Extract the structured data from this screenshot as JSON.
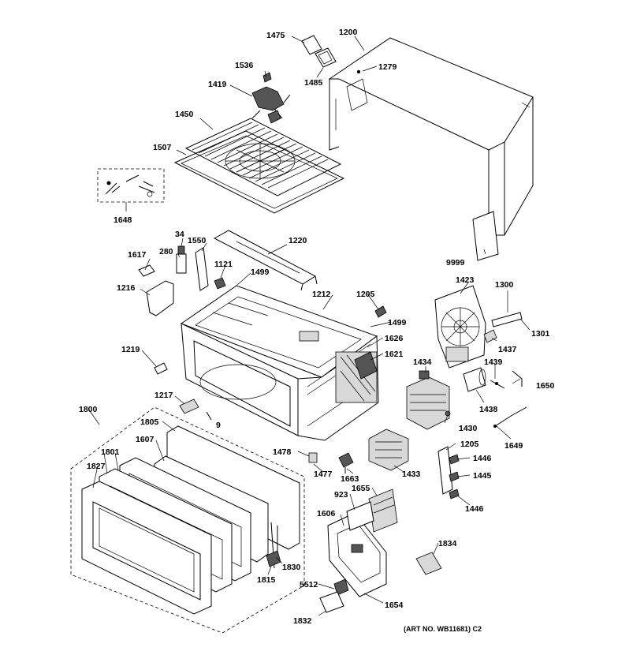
{
  "parts": [
    {
      "id": "p1475",
      "label": "1475"
    },
    {
      "id": "p1200",
      "label": "1200"
    },
    {
      "id": "p1536",
      "label": "1536"
    },
    {
      "id": "p1279",
      "label": "1279"
    },
    {
      "id": "p1485",
      "label": "1485"
    },
    {
      "id": "p1419",
      "label": "1419"
    },
    {
      "id": "p1450",
      "label": "1450"
    },
    {
      "id": "p1507",
      "label": "1507"
    },
    {
      "id": "p1648",
      "label": "1648"
    },
    {
      "id": "p34",
      "label": "34"
    },
    {
      "id": "p1550",
      "label": "1550"
    },
    {
      "id": "p1220",
      "label": "1220"
    },
    {
      "id": "p9999",
      "label": "9999"
    },
    {
      "id": "p1617",
      "label": "1617"
    },
    {
      "id": "p280",
      "label": "280"
    },
    {
      "id": "p1121",
      "label": "1121"
    },
    {
      "id": "p1423",
      "label": "1423"
    },
    {
      "id": "p1300",
      "label": "1300"
    },
    {
      "id": "p1499a",
      "label": "1499"
    },
    {
      "id": "p1216",
      "label": "1216"
    },
    {
      "id": "p1212",
      "label": "1212"
    },
    {
      "id": "p1205a",
      "label": "1205"
    },
    {
      "id": "p1301",
      "label": "1301"
    },
    {
      "id": "p1499b",
      "label": "1499"
    },
    {
      "id": "p1437",
      "label": "1437"
    },
    {
      "id": "p1626",
      "label": "1626"
    },
    {
      "id": "p1621",
      "label": "1621"
    },
    {
      "id": "p1219",
      "label": "1219"
    },
    {
      "id": "p1434",
      "label": "1434"
    },
    {
      "id": "p1439",
      "label": "1439"
    },
    {
      "id": "p1650",
      "label": "1650"
    },
    {
      "id": "p1217",
      "label": "1217"
    },
    {
      "id": "p1438",
      "label": "1438"
    },
    {
      "id": "p1800",
      "label": "1800"
    },
    {
      "id": "p9",
      "label": "9"
    },
    {
      "id": "p1430",
      "label": "1430"
    },
    {
      "id": "p1805",
      "label": "1805"
    },
    {
      "id": "p1649",
      "label": "1649"
    },
    {
      "id": "p1607",
      "label": "1607"
    },
    {
      "id": "p1205b",
      "label": "1205"
    },
    {
      "id": "p1801",
      "label": "1801"
    },
    {
      "id": "p1478",
      "label": "1478"
    },
    {
      "id": "p1446a",
      "label": "1446"
    },
    {
      "id": "p1827",
      "label": "1827"
    },
    {
      "id": "p1477",
      "label": "1477"
    },
    {
      "id": "p1663",
      "label": "1663"
    },
    {
      "id": "p1433",
      "label": "1433"
    },
    {
      "id": "p1445",
      "label": "1445"
    },
    {
      "id": "p923",
      "label": "923"
    },
    {
      "id": "p1655",
      "label": "1655"
    },
    {
      "id": "p1446b",
      "label": "1446"
    },
    {
      "id": "p1606",
      "label": "1606"
    },
    {
      "id": "p1834",
      "label": "1834"
    },
    {
      "id": "p1830",
      "label": "1830"
    },
    {
      "id": "p1815",
      "label": "1815"
    },
    {
      "id": "p5512",
      "label": "5512"
    },
    {
      "id": "p1654",
      "label": "1654"
    },
    {
      "id": "p1832",
      "label": "1832"
    }
  ],
  "footer": {
    "art_number": "(ART NO. WB11681) C2"
  }
}
